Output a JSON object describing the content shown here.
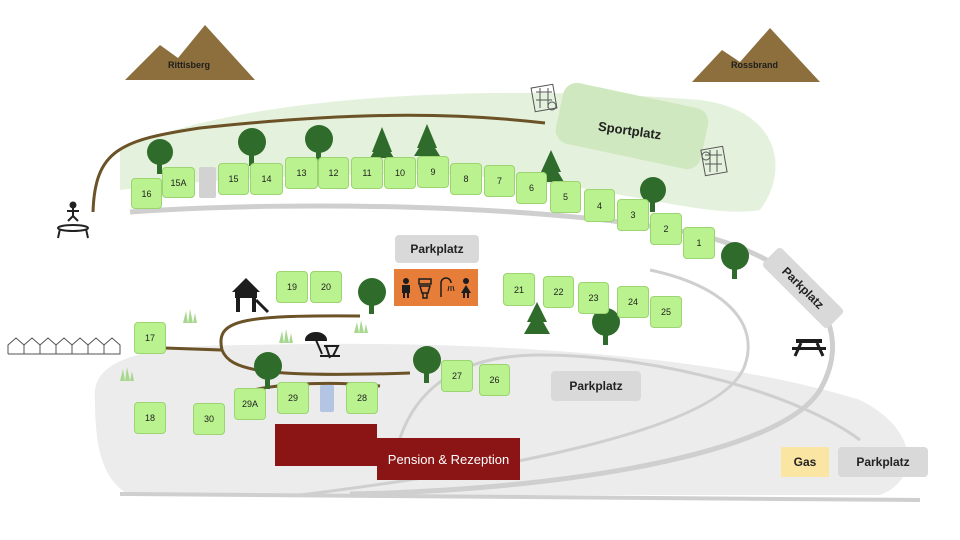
{
  "mountains": {
    "left": "Rittisberg",
    "right": "Rossbrand"
  },
  "sportplatz": "Sportplatz",
  "parking_label": "Parkplatz",
  "gas_label": "Gas",
  "pension_label": "Pension & Rezeption",
  "pitches": {
    "p16": "16",
    "p15a": "15A",
    "p15": "15",
    "p14": "14",
    "p13": "13",
    "p12": "12",
    "p11": "11",
    "p10": "10",
    "p9": "9",
    "p8": "8",
    "p7": "7",
    "p6": "6",
    "p5": "5",
    "p4": "4",
    "p3": "3",
    "p2": "2",
    "p1": "1",
    "p19": "19",
    "p20": "20",
    "p21": "21",
    "p22": "22",
    "p23": "23",
    "p24": "24",
    "p25": "25",
    "p17": "17",
    "p27": "27",
    "p26": "26",
    "p18": "18",
    "p30": "30",
    "p29a": "29A",
    "p29": "29",
    "p28": "28"
  },
  "colors": {
    "pitch": "#b9f28e",
    "mountain": "#8c6f3d",
    "path": "#6b5227",
    "park": "#d9d9d9",
    "sanitary": "#e67e3a",
    "pension": "#8b1414",
    "gas": "#fbe5a3",
    "tree": "#2f6b2a"
  },
  "icons": [
    "trampoline-icon",
    "playground-icon",
    "deckchair-icon",
    "picnic-table-icon",
    "toilet-icon",
    "shower-icon",
    "goal-icon",
    "tree-icon",
    "bungalow-icon",
    "grass-icon"
  ]
}
